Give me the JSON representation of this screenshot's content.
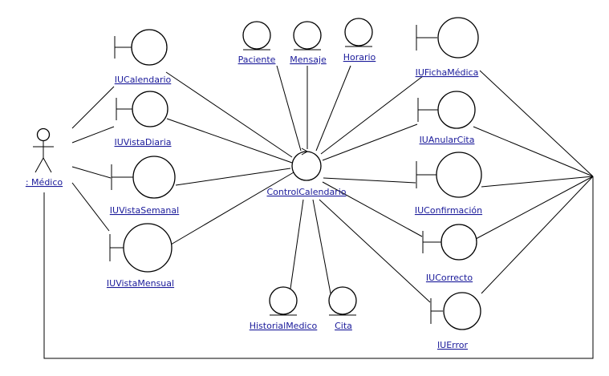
{
  "diagram": {
    "actor": {
      "label": ": Médico"
    },
    "control": {
      "label": "ControlCalendario"
    },
    "boundaries": {
      "calendario": "IUCalendario",
      "diaria": "IUVistaDiaria",
      "semanal": "IUVistaSemanal",
      "mensual": "IUVistaMensual",
      "ficha": "IUFichaMédica",
      "anular": "IUAnularCita",
      "confirmacion": "IUConfirmación",
      "correcto": "IUCorrecto",
      "error": "IUError"
    },
    "entities": {
      "paciente": "Paciente",
      "mensaje": "Mensaje",
      "horario": "Horario",
      "historial": "HistorialMedico",
      "cita": "Cita"
    }
  }
}
